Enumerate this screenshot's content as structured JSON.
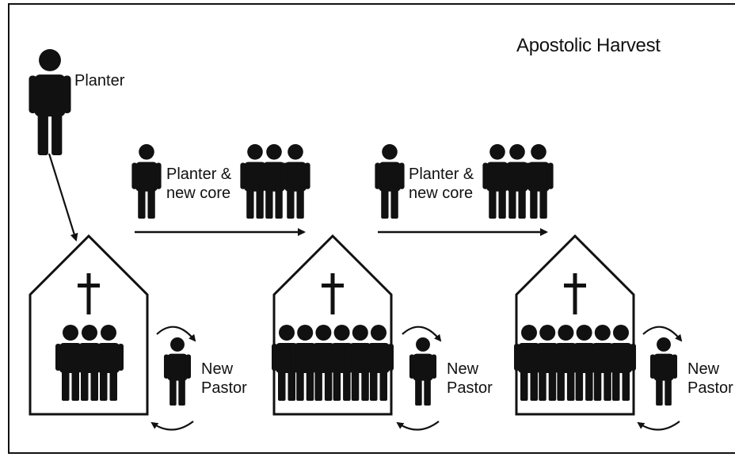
{
  "title": "Apostolic Harvest",
  "planter_label": "Planter",
  "team_labels": [
    {
      "line1": "Planter &",
      "line2": "new core"
    },
    {
      "line1": "Planter &",
      "line2": "new core"
    }
  ],
  "pastor_labels": [
    {
      "line1": "New",
      "line2": "Pastor"
    },
    {
      "line1": "New",
      "line2": "Pastor"
    },
    {
      "line1": "New",
      "line2": "Pastor"
    }
  ],
  "churches": [
    {
      "congregation_size": 3
    },
    {
      "congregation_size": 6
    },
    {
      "congregation_size": 6
    }
  ],
  "core_team_size": 3,
  "colors": {
    "ink": "#111111",
    "background": "#ffffff"
  }
}
